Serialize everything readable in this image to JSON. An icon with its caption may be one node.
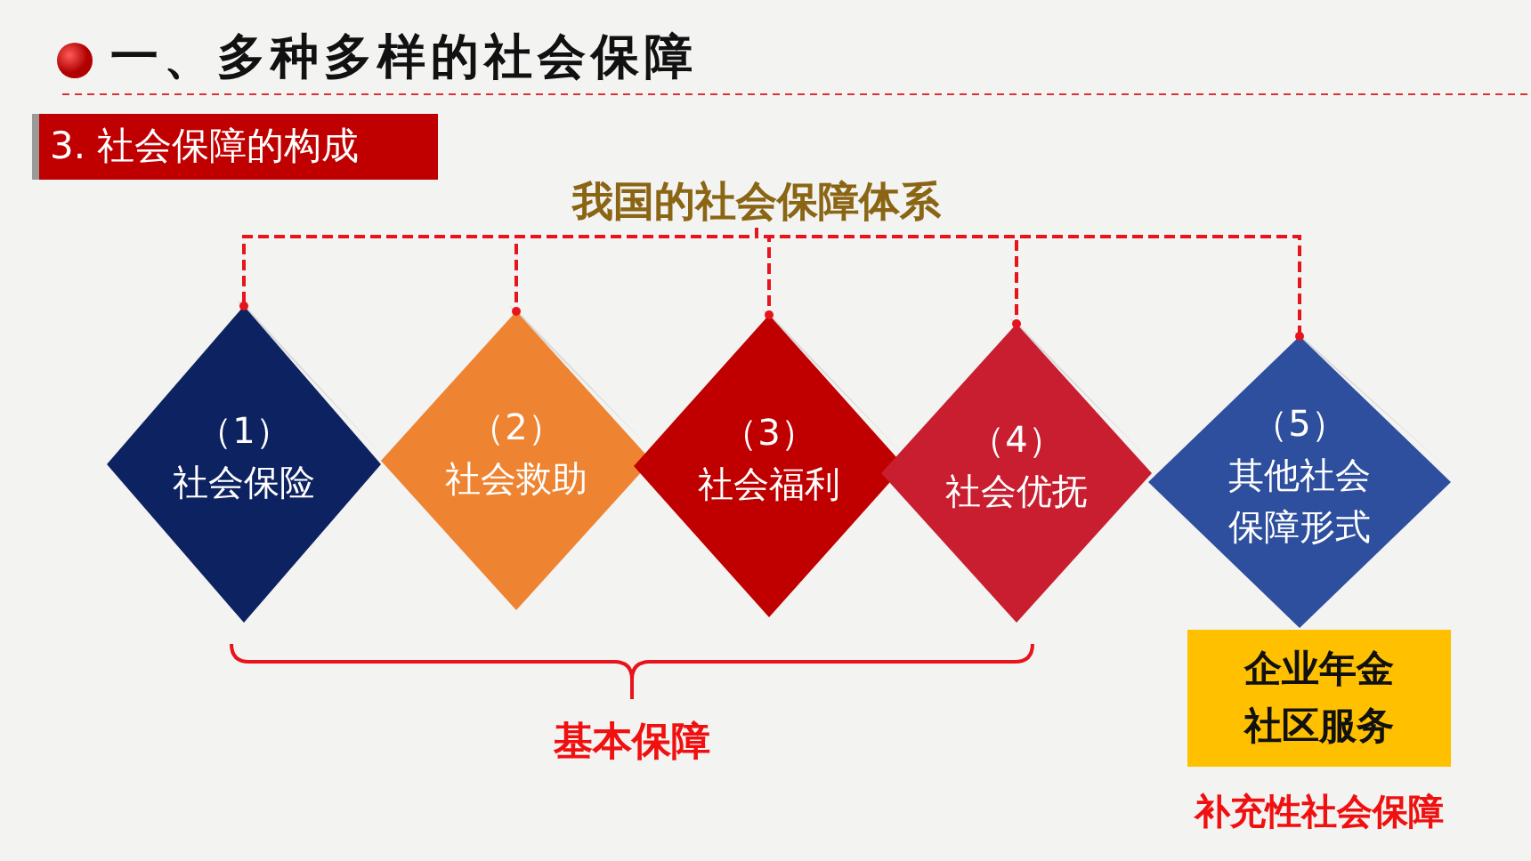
{
  "diagram": {
    "title": "一、多种多样的社会保障",
    "nodes": [
      {
        "text": [
          "3. 社会保障的构成"
        ]
      },
      {
        "text": [
          "我国的社会保障体系"
        ]
      },
      {
        "text": [
          "（1）",
          "社会保险"
        ]
      },
      {
        "text": [
          "（2）",
          "社会救助"
        ]
      },
      {
        "text": [
          "（3）",
          "社会福利"
        ]
      },
      {
        "text": [
          "（4）",
          "社会优抚"
        ]
      },
      {
        "text": [
          "（5）",
          "其他社会保障形式"
        ]
      },
      {
        "text": [
          "企业年金",
          "社区服务"
        ],
        "beside": [
          "补充性社会保障"
        ]
      }
    ],
    "edges": [
      {
        "from": 1,
        "to": 2,
        "arrow": "other",
        "style": "dashed"
      },
      {
        "from": 1,
        "to": 3,
        "arrow": "other",
        "style": "dashed"
      },
      {
        "from": 1,
        "to": 4,
        "arrow": "other",
        "style": "dashed"
      },
      {
        "from": 1,
        "to": 5,
        "arrow": "other",
        "style": "dashed"
      },
      {
        "from": 1,
        "to": 6,
        "arrow": "other",
        "style": "dashed"
      }
    ],
    "labels": [
      "基本保障"
    ]
  }
}
